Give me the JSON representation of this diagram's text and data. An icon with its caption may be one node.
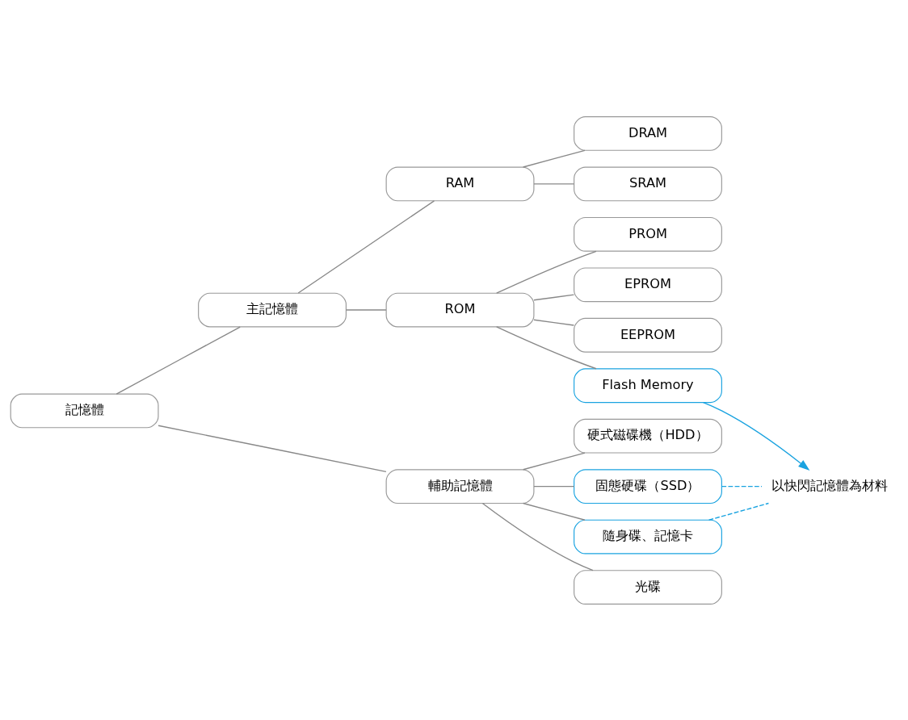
{
  "diagram": {
    "nodes": [
      {
        "text": [
          "記憶體"
        ]
      },
      {
        "text": [
          "主記憶體"
        ]
      },
      {
        "text": [
          "RAM"
        ]
      },
      {
        "text": [
          "DRAM"
        ]
      },
      {
        "text": [
          "SRAM"
        ]
      },
      {
        "text": [
          "ROM"
        ]
      },
      {
        "text": [
          "PROM"
        ]
      },
      {
        "text": [
          "EPROM"
        ]
      },
      {
        "text": [
          "EEPROM"
        ]
      },
      {
        "text": [
          "Flash Memory"
        ]
      },
      {
        "text": [
          "輔助記憶體"
        ]
      },
      {
        "text": [
          "硬式磁碟機（HDD）"
        ]
      },
      {
        "text": [
          "固態硬碟（SSD）"
        ]
      },
      {
        "text": [
          "隨身碟、記憶卡"
        ]
      },
      {
        "text": [
          "光碟"
        ]
      },
      {
        "text": [
          "以快閃記憶體為材料"
        ]
      }
    ],
    "edges": [
      {
        "from": 0,
        "to": 1,
        "arrow": "none"
      },
      {
        "from": 0,
        "to": 10,
        "arrow": "none"
      },
      {
        "from": 1,
        "to": 2,
        "arrow": "none"
      },
      {
        "from": 1,
        "to": 5,
        "arrow": "none"
      },
      {
        "from": 2,
        "to": 3,
        "arrow": "none"
      },
      {
        "from": 2,
        "to": 4,
        "arrow": "none"
      },
      {
        "from": 5,
        "to": 6,
        "arrow": "none"
      },
      {
        "from": 5,
        "to": 7,
        "arrow": "none"
      },
      {
        "from": 5,
        "to": 8,
        "arrow": "none"
      },
      {
        "from": 5,
        "to": 9,
        "arrow": "none"
      },
      {
        "from": 10,
        "to": 11,
        "arrow": "none"
      },
      {
        "from": 10,
        "to": 12,
        "arrow": "none"
      },
      {
        "from": 10,
        "to": 13,
        "arrow": "none"
      },
      {
        "from": 10,
        "to": 14,
        "arrow": "none"
      },
      {
        "from": 12,
        "to": 15,
        "arrow": "none",
        "style": "dashed",
        "color": "#1aa3e0"
      },
      {
        "from": 13,
        "to": 15,
        "arrow": "none",
        "style": "dashed",
        "color": "#1aa3e0"
      },
      {
        "from": 9,
        "to": 15,
        "arrow": "to",
        "color": "#1aa3e0"
      }
    ]
  }
}
